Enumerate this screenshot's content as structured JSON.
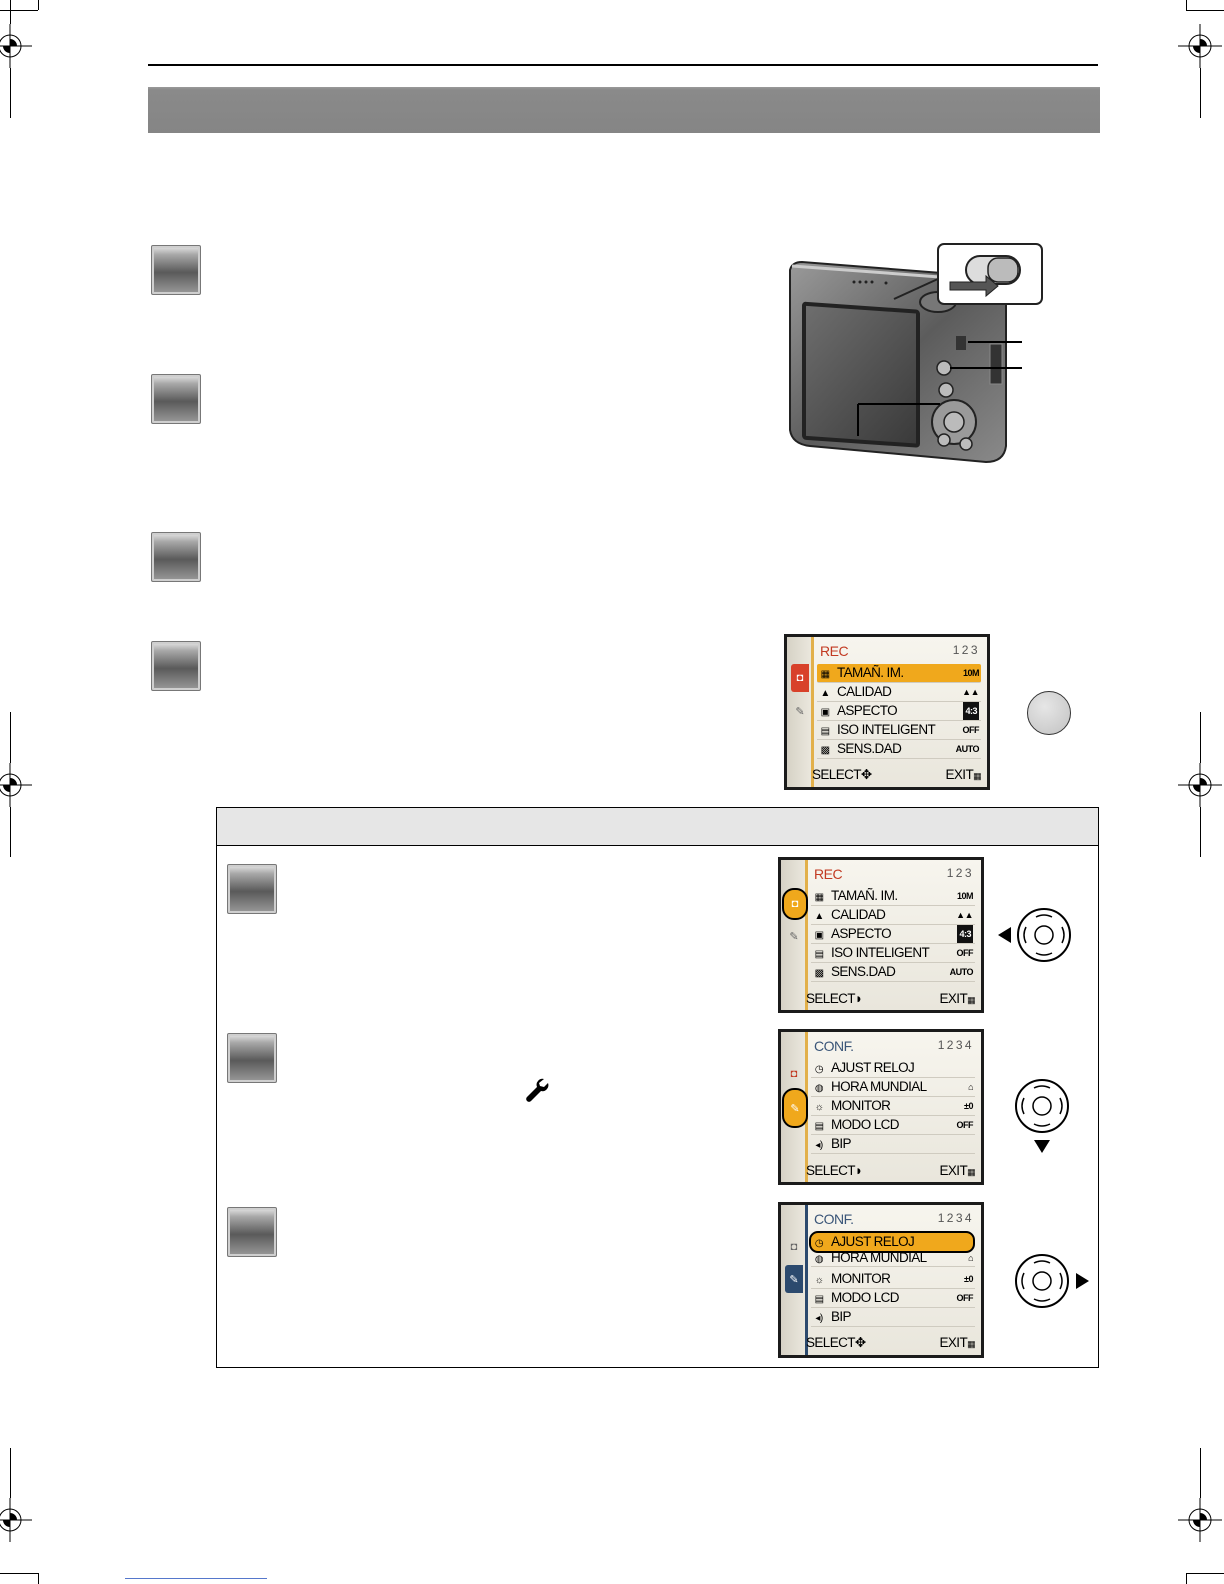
{
  "page": {
    "wrench_icon": "wrench-icon"
  },
  "menus": {
    "main": {
      "title": "REC",
      "page": "1 2 3",
      "rows": [
        {
          "label": "TAMAÑ. IM.",
          "value": "10M",
          "icon": "image-size-icon"
        },
        {
          "label": "CALIDAD",
          "value": "▲▲",
          "icon": "quality-icon"
        },
        {
          "label": "ASPECTO",
          "value": "4:3",
          "icon": "aspect-icon"
        },
        {
          "label": "ISO INTELIGENT",
          "value": "OFF",
          "icon": "iso-icon"
        },
        {
          "label": "SENS.DAD",
          "value": "AUTO",
          "icon": "sensitivity-icon"
        }
      ],
      "select": "SELECT",
      "exit": "EXIT"
    },
    "rec_sub": {
      "title": "REC",
      "page": "1 2 3",
      "rows": [
        {
          "label": "TAMAÑ. IM.",
          "value": "10M"
        },
        {
          "label": "CALIDAD",
          "value": "▲▲"
        },
        {
          "label": "ASPECTO",
          "value": "4:3"
        },
        {
          "label": "ISO INTELIGENT",
          "value": "OFF"
        },
        {
          "label": "SENS.DAD",
          "value": "AUTO"
        }
      ],
      "select": "SELECT",
      "exit": "EXIT"
    },
    "conf_1": {
      "title": "CONF.",
      "page": "1 2 3 4",
      "rows": [
        {
          "label": "AJUST RELOJ",
          "value": ""
        },
        {
          "label": "HORA MUNDIAL",
          "value": "⌂"
        },
        {
          "label": "MONITOR",
          "value": "±0"
        },
        {
          "label": "MODO LCD",
          "value": "OFF"
        },
        {
          "label": "BIP",
          "value": ""
        }
      ],
      "select": "SELECT",
      "exit": "EXIT"
    },
    "conf_2": {
      "title": "CONF.",
      "page": "1 2 3 4",
      "rows": [
        {
          "label": "AJUST RELOJ",
          "value": ""
        },
        {
          "label": "HORA MUNDIAL",
          "value": "⌂"
        },
        {
          "label": "MONITOR",
          "value": "±0"
        },
        {
          "label": "MODO LCD",
          "value": "OFF"
        },
        {
          "label": "BIP",
          "value": ""
        }
      ],
      "select": "SELECT",
      "exit": "EXIT"
    }
  },
  "colors": {
    "highlight": "#f0a81c",
    "rec_tab": "#d8412a",
    "conf_tab": "#2c4a6e",
    "title_bar": "#868686"
  }
}
